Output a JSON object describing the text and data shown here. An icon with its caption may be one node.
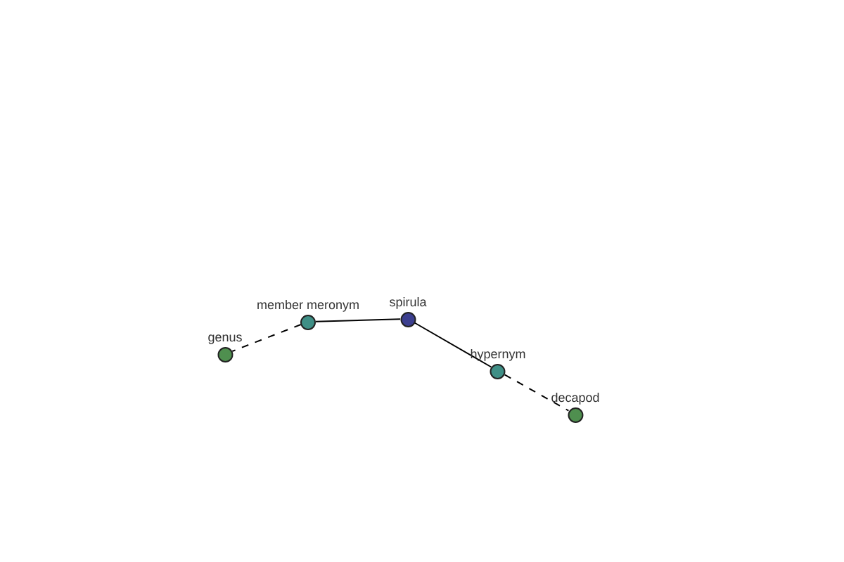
{
  "diagram": {
    "nodes": [
      {
        "text": [
          "genus"
        ]
      },
      {
        "text": [
          "member meronym"
        ]
      },
      {
        "text": [
          "spirula"
        ]
      },
      {
        "text": [
          "hypernym"
        ]
      },
      {
        "text": [
          "decapod"
        ]
      }
    ],
    "edges": [
      {
        "from": 2,
        "to": 1,
        "arrow": "none"
      },
      {
        "from": 1,
        "to": 0,
        "arrow": "none",
        "style": "dashed"
      },
      {
        "from": 2,
        "to": 3,
        "arrow": "none"
      },
      {
        "from": 3,
        "to": 4,
        "arrow": "none",
        "style": "dashed"
      }
    ]
  }
}
